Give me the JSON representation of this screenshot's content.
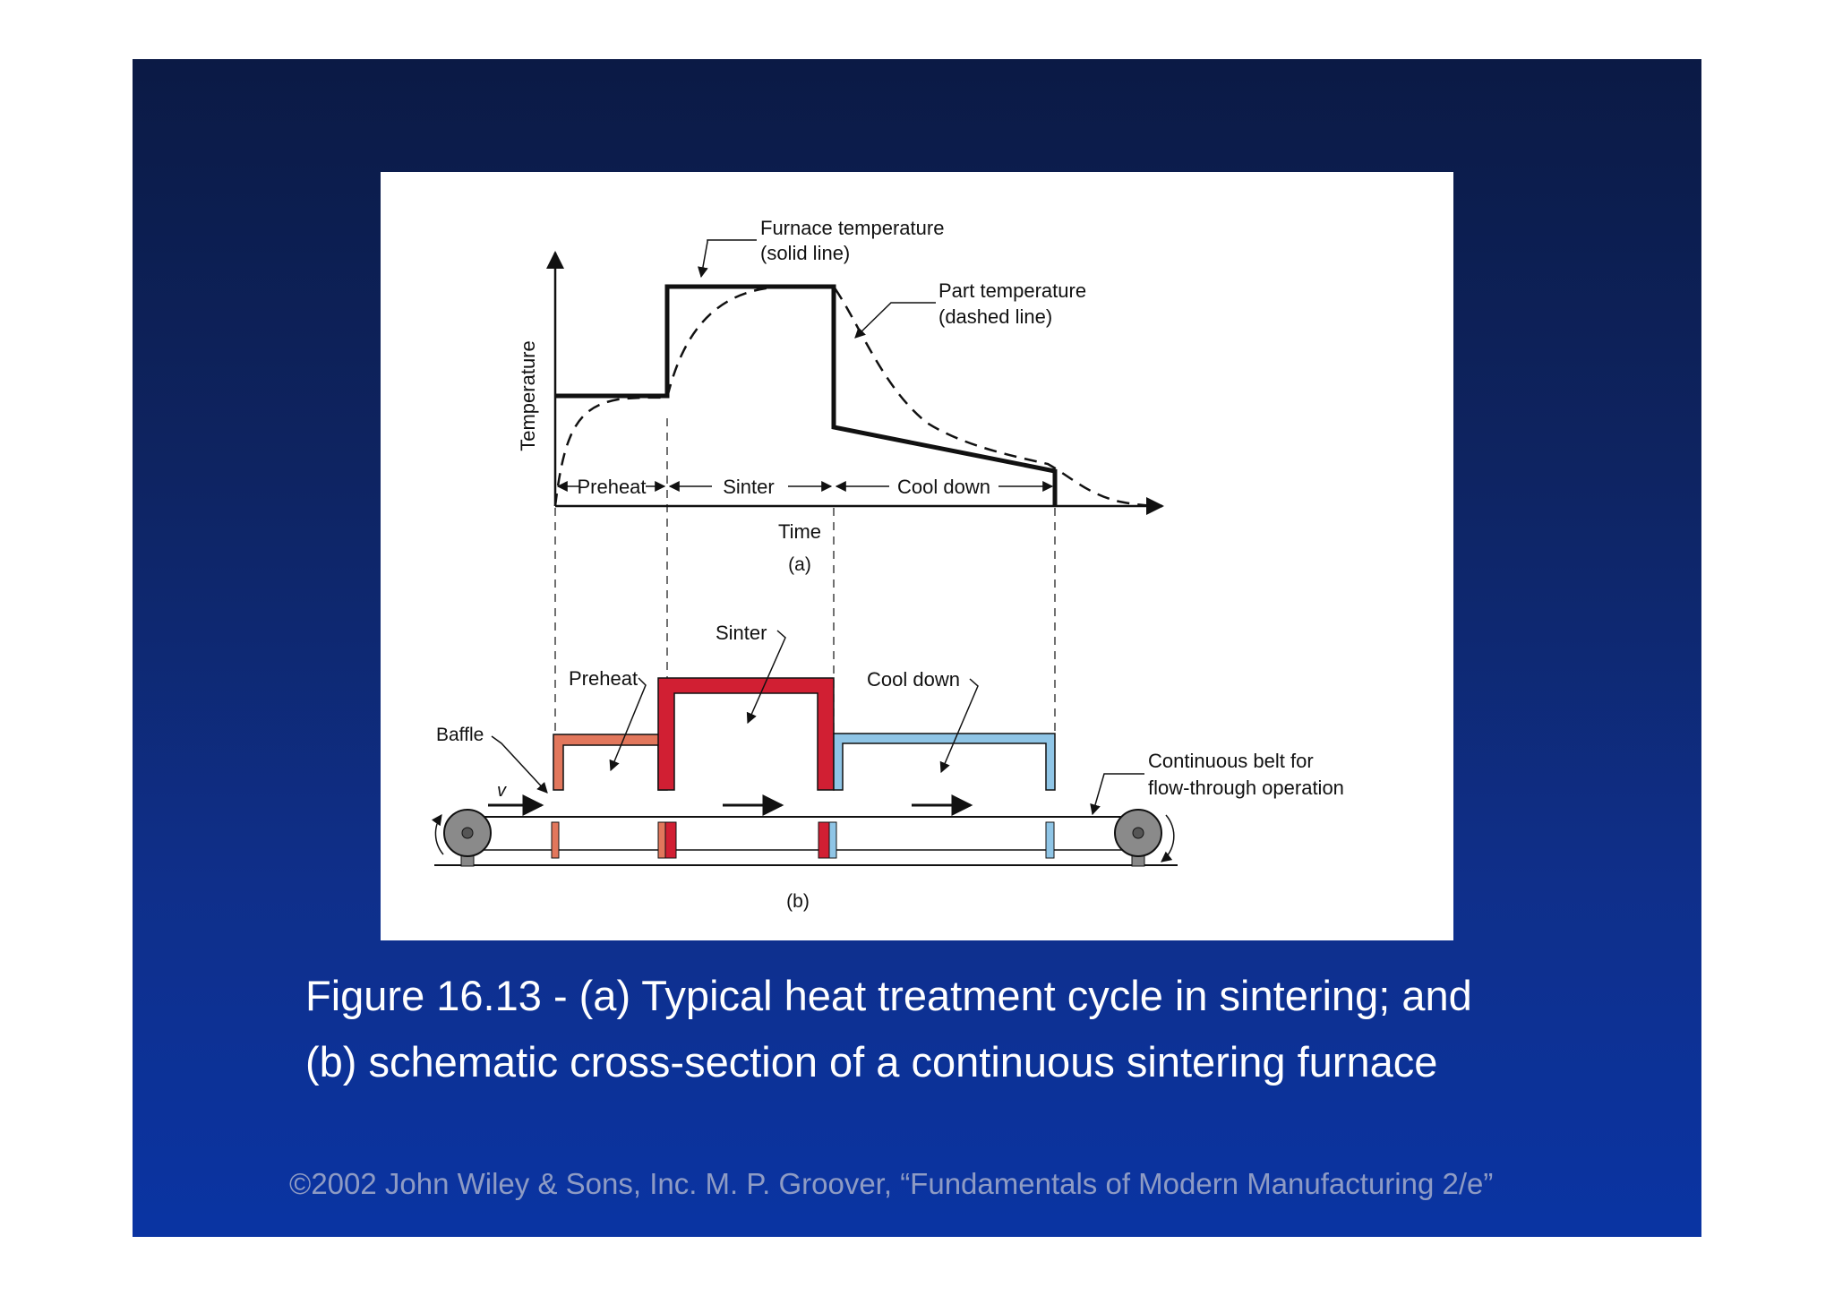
{
  "diagram": {
    "panel_a": {
      "furnace_label_1": "Furnace temperature",
      "furnace_label_2": "(solid line)",
      "part_label_1": "Part temperature",
      "part_label_2": "(dashed line)",
      "y_axis_label": "Temperature",
      "x_axis_label": "Time",
      "stage_preheat": "Preheat",
      "stage_sinter": "Sinter",
      "stage_cooldown": "Cool down",
      "sub_label": "(a)"
    },
    "panel_b": {
      "label_sinter": "Sinter",
      "label_preheat": "Preheat",
      "label_cooldown": "Cool down",
      "label_baffle": "Baffle",
      "label_v": "v",
      "label_belt_1": "Continuous belt for",
      "label_belt_2": "flow-through operation",
      "sub_label": "(b)"
    },
    "colors": {
      "preheat": "#e2775c",
      "sinter": "#d11f33",
      "cooldown": "#8fc5e6"
    }
  },
  "caption": {
    "line1": "Figure 16.13 - (a) Typical heat treatment cycle in sintering; and",
    "line2": "(b) schematic cross-section of a continuous sintering furnace"
  },
  "footer": {
    "copyright": "©2002 John Wiley & Sons, Inc.  M. P. Groover, “Fundamentals of Modern Manufacturing 2/e”"
  }
}
